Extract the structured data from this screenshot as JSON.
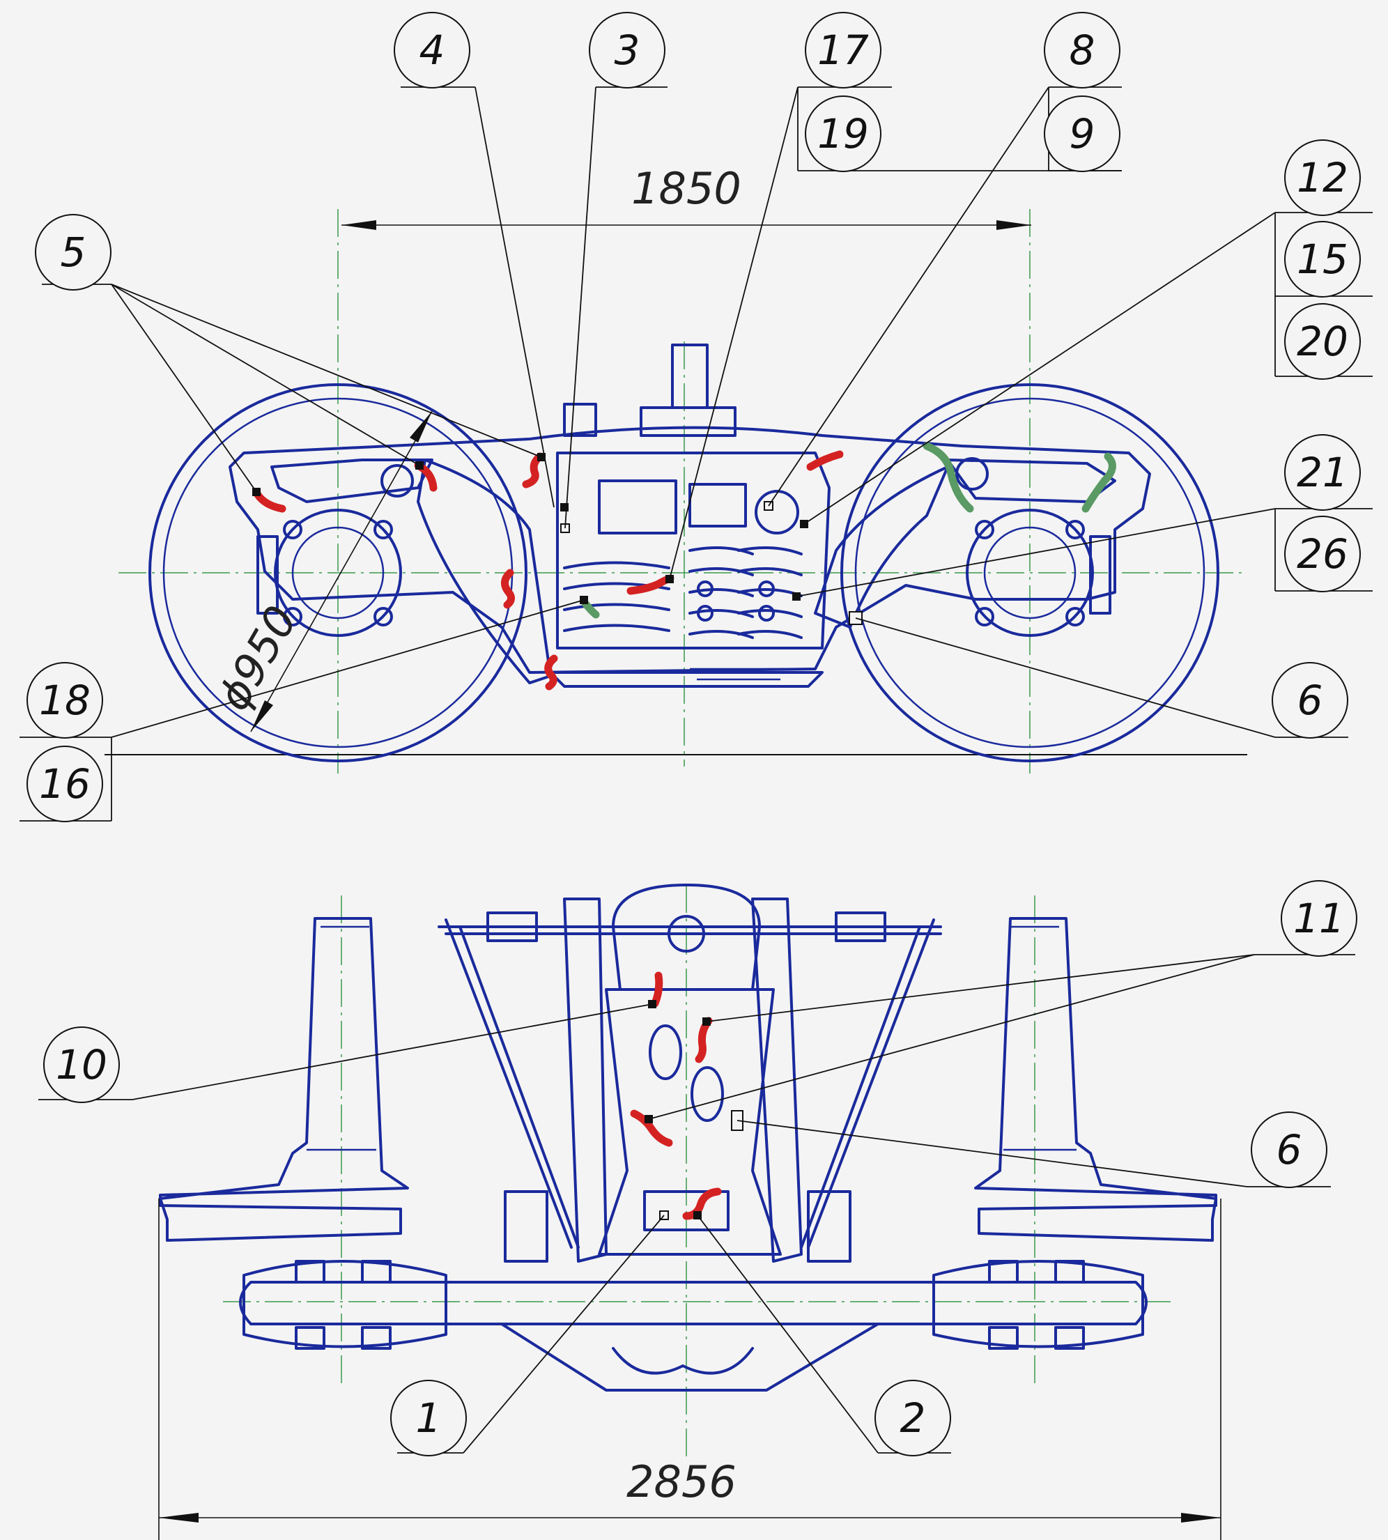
{
  "dimensions": {
    "wheelbase": "1850",
    "overall_width": "2856",
    "wheel_diameter": "ϕ950"
  },
  "callouts": {
    "c1": "1",
    "c2": "2",
    "c3": "3",
    "c4": "4",
    "c5": "5",
    "c6_top": "6",
    "c6_bottom": "6",
    "c8": "8",
    "c9": "9",
    "c10": "10",
    "c11": "11",
    "c12": "12",
    "c15": "15",
    "c16": "16",
    "c17": "17",
    "c18": "18",
    "c19": "19",
    "c20": "20",
    "c21": "21",
    "c26": "26"
  },
  "colors": {
    "outline": "#1a2a9c",
    "crack_marks": "#d42222",
    "repair_marks": "#5a9a64",
    "centerline": "#3a9a4a",
    "leader": "#111111"
  }
}
